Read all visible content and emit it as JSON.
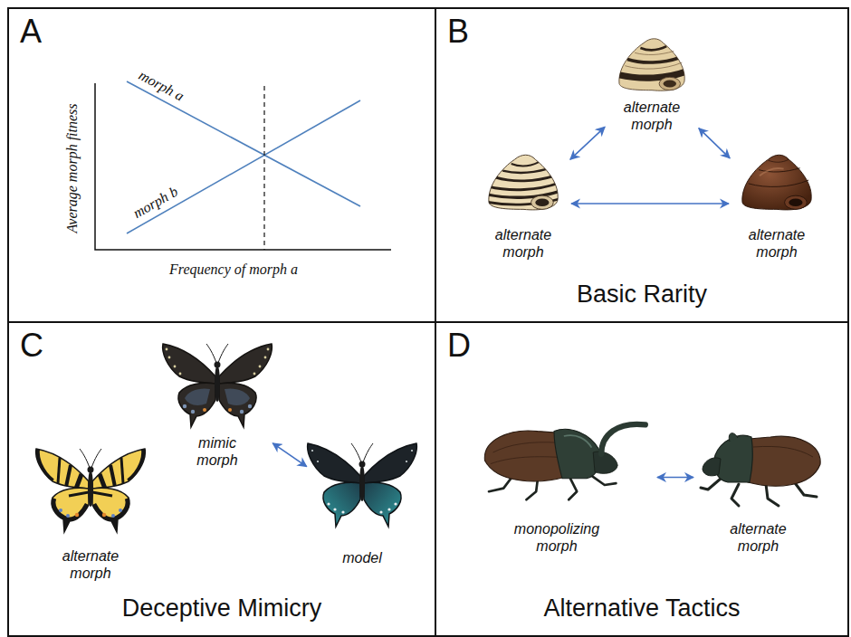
{
  "diagram": {
    "nodes": [
      {
        "text": [
          "A"
        ]
      },
      {
        "text": [
          "B",
          "Basic Rarity"
        ]
      },
      {
        "text": [
          "alternate morph"
        ],
        "in": 1
      },
      {
        "text": [
          "alternate morph"
        ],
        "in": 1
      },
      {
        "text": [
          "alternate morph"
        ],
        "in": 1
      },
      {
        "text": [
          "C",
          "Deceptive Mimicry"
        ]
      },
      {
        "text": [
          "alternate morph"
        ],
        "in": 5
      },
      {
        "text": [
          "mimic morph"
        ],
        "in": 5
      },
      {
        "text": [
          "model"
        ],
        "in": 5
      },
      {
        "text": [
          "D",
          "Alternative Tactics"
        ]
      },
      {
        "text": [
          "monopolizing morph"
        ],
        "in": 9
      },
      {
        "text": [
          "alternate morph"
        ],
        "in": 9
      }
    ],
    "edges": [
      {
        "from": 2,
        "to": 3,
        "arrow": "both"
      },
      {
        "from": 2,
        "to": 4,
        "arrow": "both"
      },
      {
        "from": 3,
        "to": 4,
        "arrow": "both"
      },
      {
        "from": 7,
        "to": 8,
        "arrow": "both"
      },
      {
        "from": 10,
        "to": 11,
        "arrow": "both"
      }
    ],
    "labels": [
      "morph a",
      "morph b",
      "Average morph fitness",
      "Frequency of morph a"
    ]
  }
}
